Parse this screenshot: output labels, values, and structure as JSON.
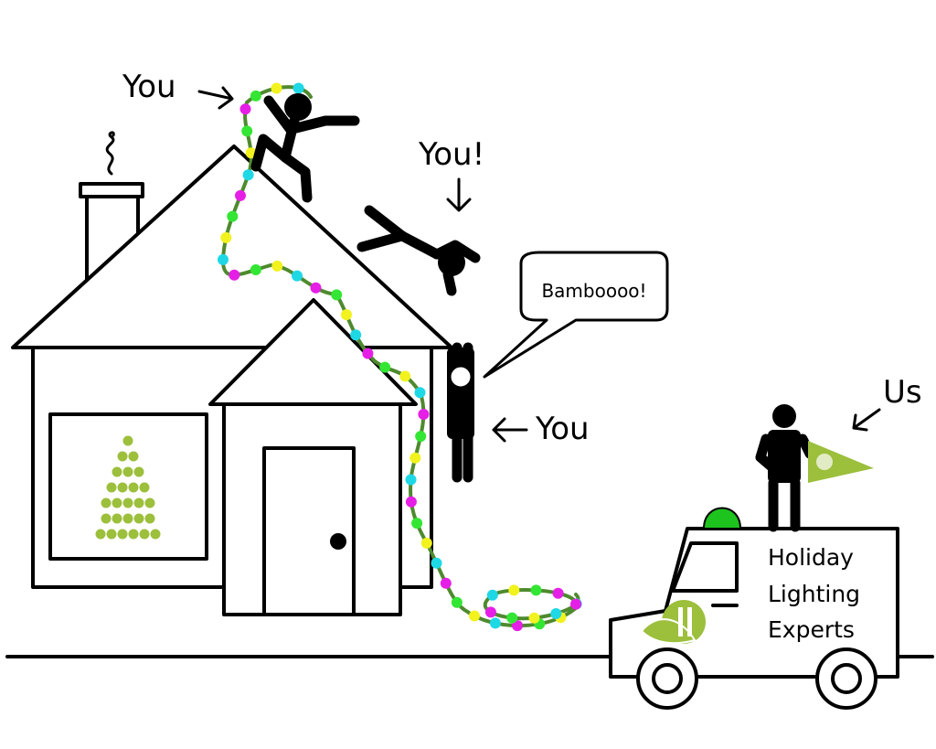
{
  "labels": {
    "you_top": "You",
    "you_falling": "You!",
    "you_hanging": "You",
    "us": "Us"
  },
  "speech_bubble": "Bamboooo!",
  "truck": {
    "line1": "Holiday",
    "line2": "Lighting",
    "line3": "Experts"
  },
  "colors": {
    "brand_green": "#9cbf3c",
    "siren_green": "#1ec41e",
    "wire_green": "#4e8a2e",
    "bulb_colors": [
      "#33e633",
      "#f2f21f",
      "#1fd8e6",
      "#e61fe6"
    ]
  },
  "icons": [
    "chimney-smoke-icon",
    "christmas-tree-icon",
    "pennant-flag-icon",
    "company-logo-icon",
    "siren-light-icon"
  ]
}
